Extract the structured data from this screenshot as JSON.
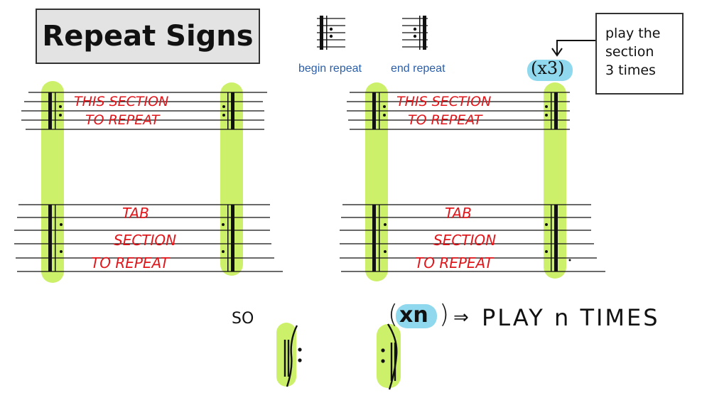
{
  "title": "Repeat Signs",
  "legend": {
    "begin_label": "begin repeat",
    "end_label": "end repeat"
  },
  "note": {
    "lines": [
      "play the",
      "section",
      "3 times"
    ]
  },
  "repeat_badge": "(x3)",
  "staves": {
    "top_text_line1": "THIS SECTION",
    "top_text_line2": "TO REPEAT",
    "tab_text_line1": "TAB",
    "tab_text_line2": "SECTION",
    "tab_text_line3": "TO REPEAT"
  },
  "bottom": {
    "so_label": "SO",
    "xn_text": "xn",
    "play_text": "PLAY n TIMES"
  },
  "colors": {
    "highlight_green": "#cdf06a",
    "badge_blue": "#8fd8ee",
    "handwriting_red": "#e0161b",
    "legend_blue": "#2a5ea8"
  }
}
